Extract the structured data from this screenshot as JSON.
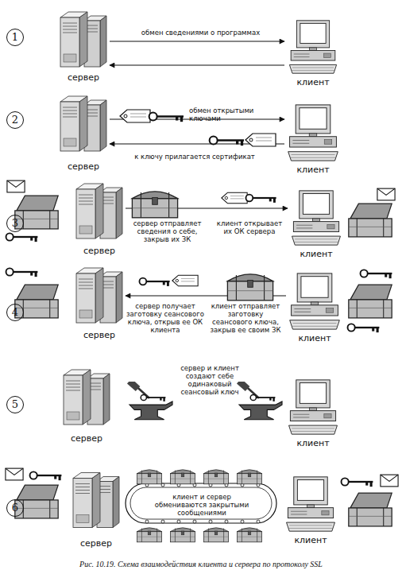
{
  "diagram": {
    "caption": "Рис. 10.19. Схема взаимодействия клиента и сервера по протоколу SSL",
    "nodes": [
      {
        "text": [
          "сервер"
        ]
      },
      {
        "text": [
          "клиент"
        ]
      },
      {
        "text": [
          "сервер"
        ]
      },
      {
        "text": [
          "клиент"
        ]
      },
      {
        "text": [
          "сервер"
        ]
      },
      {
        "text": [
          "клиент"
        ]
      },
      {
        "text": [
          "сервер"
        ]
      },
      {
        "text": [
          "клиент"
        ]
      },
      {
        "text": [
          "сервер"
        ]
      },
      {
        "text": [
          "клиент"
        ]
      },
      {
        "text": [
          "сервер"
        ]
      },
      {
        "text": [
          "клиент"
        ]
      }
    ],
    "edges": [
      {
        "from": 0,
        "to": 1,
        "arrow": "to",
        "label": "обмен сведениями о программах"
      },
      {
        "from": 1,
        "to": 0,
        "arrow": "to"
      },
      {
        "from": 2,
        "to": 3,
        "arrow": "to",
        "label": "обмен открытыми ключами"
      },
      {
        "from": 3,
        "to": 2,
        "arrow": "to",
        "label": "к ключу прилагается сертификат"
      },
      {
        "from": 4,
        "to": 5,
        "arrow": "to",
        "label": "сервер отправляет сведения о себе, закрыв их ЗК"
      },
      {
        "from": 7,
        "to": 6,
        "arrow": "to",
        "label": "клиент отправляет заготовку сеансового ключа, закрыв ее своим ЗК"
      }
    ],
    "labels": [
      "1",
      "2",
      "3",
      "4",
      "5",
      "6",
      "клиент открывает их ОК сервера",
      "сервер получает заготовку сеансового ключа, открыв ее ОК клиента",
      "сервер и клиент создают себе одинаковый сеансовый ключ",
      "клиент и сервер обмениваются закрытыми сообщениями"
    ]
  }
}
